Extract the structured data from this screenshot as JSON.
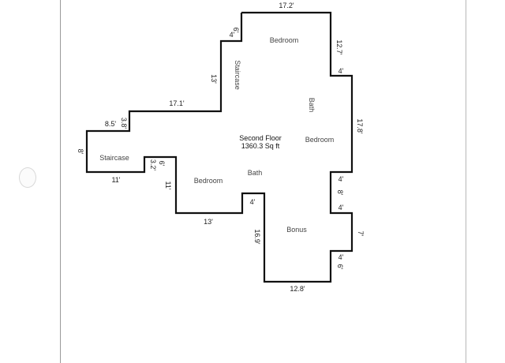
{
  "floor": {
    "title": "Second Floor",
    "area": "1360.3 Sq ft"
  },
  "rooms": {
    "bedroom_top": "Bedroom",
    "staircase_upper": "Staircase",
    "bath_upper": "Bath",
    "bedroom_right": "Bedroom",
    "staircase_left": "Staircase",
    "bath_center": "Bath",
    "bedroom_left": "Bedroom",
    "bonus": "Bonus"
  },
  "dimensions": {
    "top_width": "17.2'",
    "top_left_step": "4'",
    "right_upper": "12.7'",
    "right_notch_top": "4'",
    "staircase_height": "13'",
    "mid_left_width": "17.1'",
    "right_mid": "17.8'",
    "left_top_width": "8.5'",
    "left_top_step": "3.8'",
    "left_height": "8'",
    "left_bottom_width": "11'",
    "notch_height": "3.2'",
    "notch_width": "6'",
    "bedroom_left_height": "11'",
    "right_notch_mid": "4'",
    "right_short": "8'",
    "right_notch_lower": "4'",
    "bottom_step_left": "4'",
    "bedroom_left_bottom": "13'",
    "bonus_right": "7'",
    "bonus_left_height": "16.9'",
    "bonus_step_top": "4'",
    "bonus_step_height": "6'",
    "bottom_width": "12.8'"
  },
  "colors": {
    "wall": "#111111",
    "text": "#222222",
    "sheet_border": "#9a9a9a"
  }
}
